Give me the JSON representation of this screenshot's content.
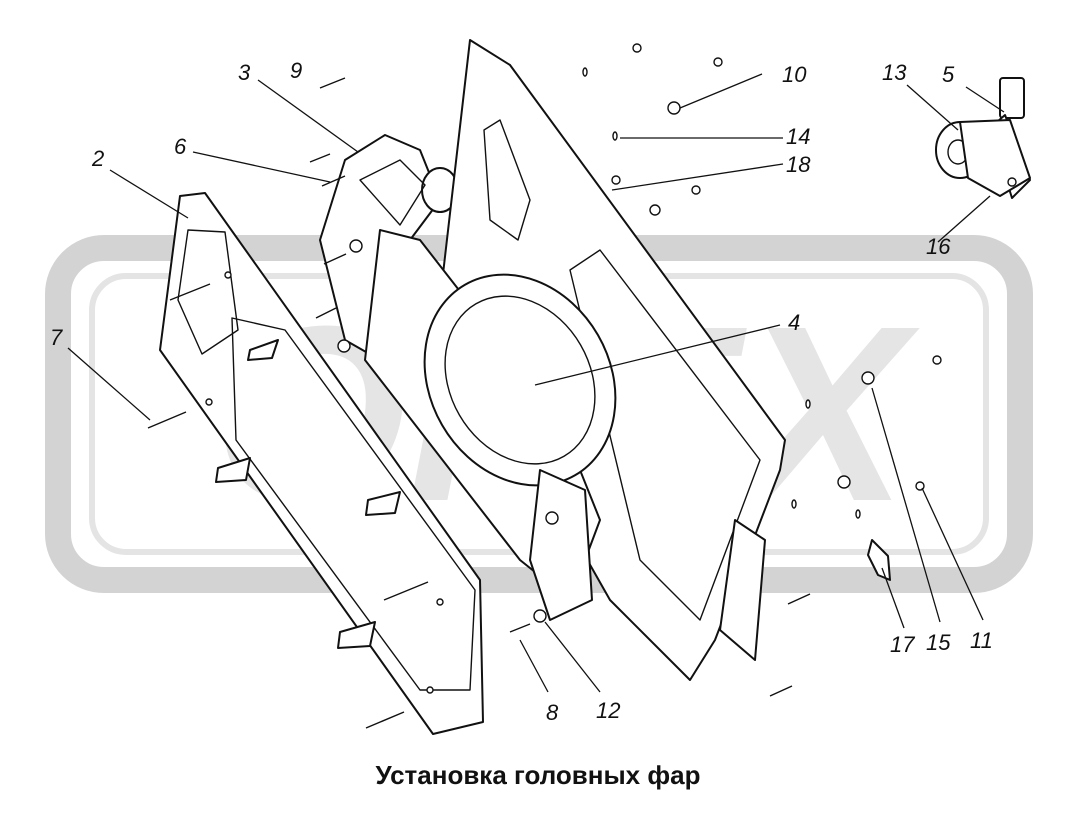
{
  "caption": "Установка головных фар",
  "watermark": {
    "text": "ОРЕХ",
    "color": "#d3d3d3"
  },
  "callouts": [
    "2",
    "3",
    "4",
    "5",
    "6",
    "7",
    "8",
    "9",
    "10",
    "11",
    "12",
    "13",
    "14",
    "15",
    "16",
    "17",
    "18"
  ],
  "colors": {
    "ink": "#111111",
    "paper": "#ffffff",
    "watermark": "#d3d3d3"
  }
}
